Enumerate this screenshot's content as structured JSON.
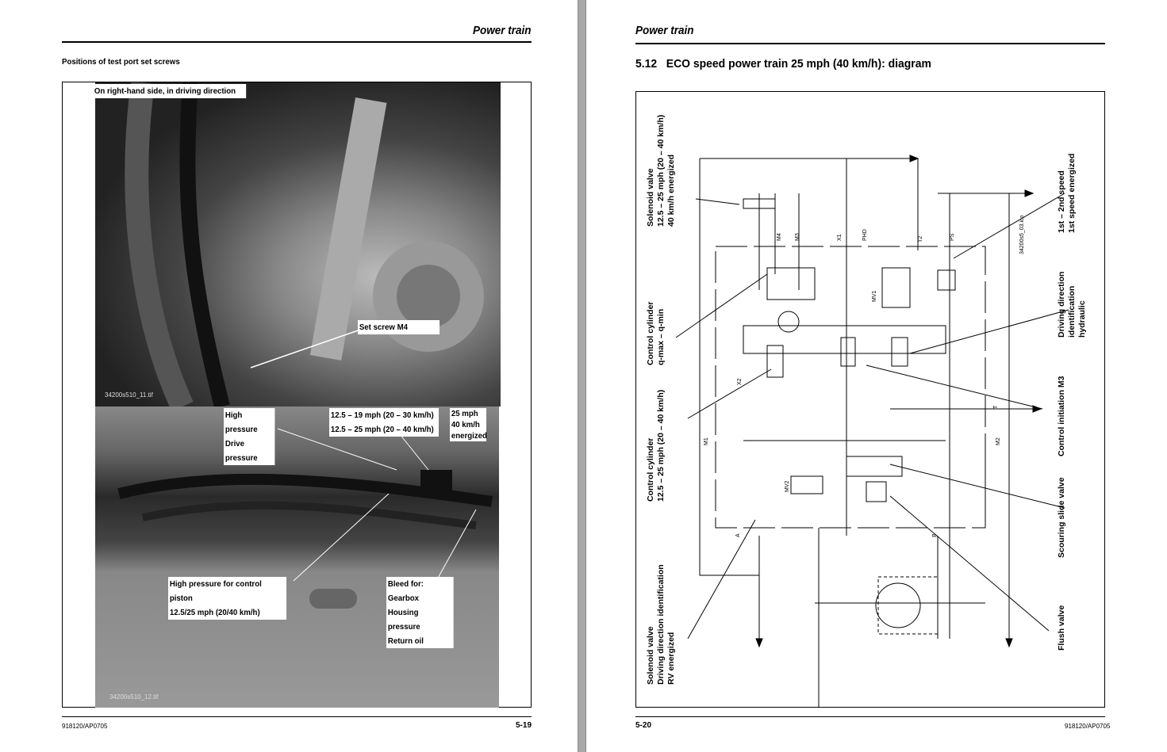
{
  "left_page": {
    "header": "Power train",
    "subtitle": "Positions of test port set screws",
    "photo1": {
      "caption": "On right-hand side, in driving direction",
      "label_set_screw": "Set screw M4",
      "file": "34200s510_11.tif"
    },
    "photo2": {
      "labels": [
        "High pressure",
        "Drive pressure"
      ],
      "speed_labels": [
        "12.5 – 19 mph (20 – 30 km/h)",
        "12.5 – 25 mph (20 – 40 km/h)"
      ],
      "energized": [
        "25 mph",
        "40 km/h",
        "energized"
      ],
      "control_piston": [
        "High pressure for control piston",
        "12.5/25 mph (20/40 km/h)"
      ],
      "bleed": [
        "Bleed for:",
        "Gearbox",
        "Housing pressure",
        "Return oil"
      ],
      "file": "34200s510_12.tif"
    },
    "footer_left": "918120/AP0705",
    "footer_right": "5-19"
  },
  "right_page": {
    "header": "Power train",
    "title": "5.12   ECO speed power train 25 mph (40 km/h): diagram",
    "diagram": {
      "left_labels": [
        [
          "Solenoid valve",
          "12.5 – 25 mph (20 – 40 km/h)",
          "40 km/h energized"
        ],
        [
          "Control cylinder",
          "q-max – q-min"
        ],
        [
          "Control cylinder",
          "12.5 – 25 mph (20 – 40 km/h)"
        ],
        [
          "Solenoid valve",
          "Driving direction identification",
          "RV energized"
        ]
      ],
      "right_labels": [
        [
          "1st – 2nd speed",
          "1st speed energized"
        ],
        [
          "Driving direction",
          "identification",
          "hydraulic"
        ],
        [
          "Control initiation M3"
        ],
        [
          "Scouring slide valve"
        ],
        [
          "Flush valve"
        ]
      ],
      "ports": [
        "M4",
        "M3",
        "X1",
        "PHD",
        "T2",
        "PS",
        "MV1",
        "X2",
        "M1",
        "M2",
        "T",
        "A",
        "B",
        "MV2"
      ],
      "file": "34200s5_03.ico"
    },
    "footer_left": "5-20",
    "footer_right": "918120/AP0705"
  }
}
